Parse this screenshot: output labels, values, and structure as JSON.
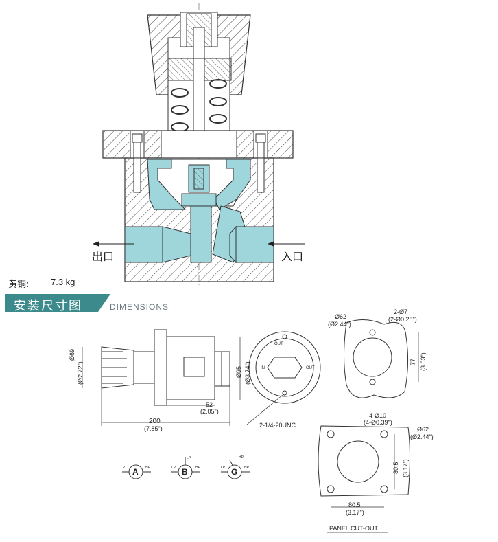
{
  "labels": {
    "outlet": "出口",
    "inlet": "入口",
    "material_label": "黄铜:",
    "material_weight": "7.3 kg"
  },
  "header": {
    "title": "安装尺寸图",
    "subtitle": "DIMENSIONS"
  },
  "dimensions": {
    "body_dia": "Ø69",
    "body_dia_in": "(Ø2.72\")",
    "port_dia": "Ø95",
    "port_dia_in": "(Ø3.74\")",
    "len_52": "52",
    "len_52_in": "(2.05\")",
    "len_200": "200",
    "len_200_in": "(7.85\")",
    "thread": "2-1/4-20UNC",
    "out1": "OUT",
    "in1": "IN",
    "out2": "OUT",
    "panel_dia": "Ø62",
    "panel_dia_in": "(Ø2.44\")",
    "holes_2": "2-Ø7",
    "holes_2_in": "(2-Ø0.28\")",
    "h77": "77",
    "h77_in": "(3.03\")",
    "holes_4": "4-Ø10",
    "holes_4_in": "(4-Ø0.39\")",
    "panel_dia2": "Ø62",
    "panel_dia2_in": "(Ø2.44\")",
    "h805": "80.5",
    "h805_in": "(3.17\")",
    "w805": "80.5",
    "w805_in": "(3.17\")",
    "panel_caption": "PANEL CUT-OUT"
  },
  "orientation": {
    "a": "A",
    "b": "B",
    "g": "G",
    "lp": "LP",
    "hp": "HP"
  },
  "colors": {
    "teal": "#3c8a8b",
    "cyan_fill": "#9fd6dc",
    "line": "#333333"
  }
}
